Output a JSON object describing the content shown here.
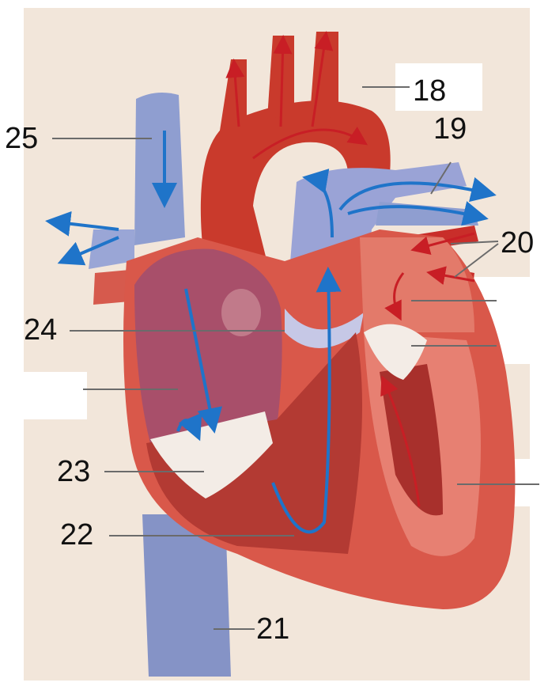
{
  "labels": {
    "n18": "18",
    "n19": "19",
    "n20": "20",
    "n21": "21",
    "n22": "22",
    "n23": "23",
    "n24": "24",
    "n25": "25"
  },
  "colors": {
    "background_paper": "#f2e6da",
    "myocardium": "#d9584a",
    "aorta": "#c93a2c",
    "vein_blue": "#8f9ed0",
    "valve_white": "#f3ece6",
    "arrow_blue": "#1f74c9",
    "arrow_red": "#c81e25",
    "leader_line": "#6b6b6b"
  }
}
